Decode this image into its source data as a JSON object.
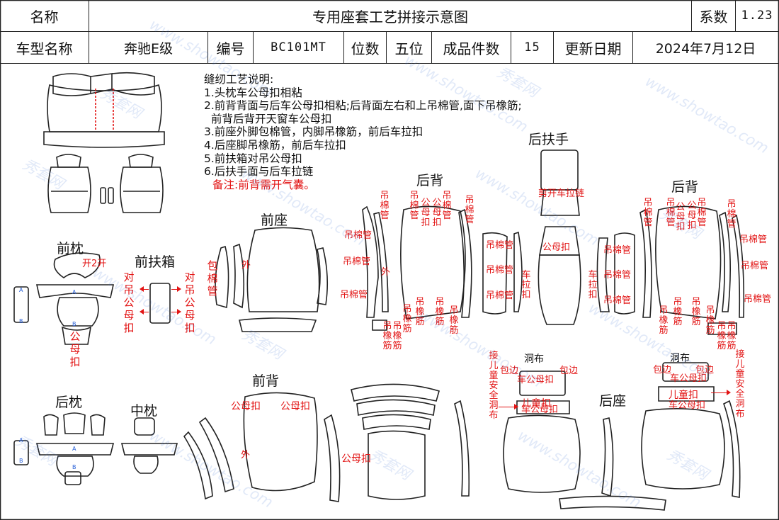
{
  "header": {
    "name_label": "名称",
    "title": "专用座套工艺拼接示意图",
    "coef_label": "系数",
    "coef_value": "1.23",
    "model_label": "车型名称",
    "model_value": "奔驰E级",
    "code_label": "编号",
    "code_value": "BC101MT",
    "seats_label": "位数",
    "seats_value": "五位",
    "pieces_label": "成品件数",
    "pieces_value": "15",
    "date_label": "更新日期",
    "date_value": "2024年7月12日"
  },
  "notes": {
    "title": "缝纫工艺说明:",
    "lines": [
      "1.头枕车公母扣相粘",
      "2.前背背面与后车公母扣相粘;后背面左右和上吊棉管,面下吊橡筋;",
      "  前背后背开天窗车公母扣",
      "3.前座外脚包棉管，内脚吊橡筋，前后车拉扣",
      "4.后座脚吊橡筋，前后车拉扣",
      "5.前扶箱对吊公母扣",
      "6.后扶手面与后车拉链"
    ],
    "remark": "备注:前背需开气囊。"
  },
  "sections": {
    "front_headrest": "前枕",
    "front_armbox": "前扶箱",
    "front_seat": "前座",
    "rear_back_1": "后背",
    "rear_armrest": "后扶手",
    "rear_back_2": "后背",
    "rear_headrest": "后枕",
    "mid_headrest": "中枕",
    "front_back": "前背",
    "rear_seat": "后座"
  },
  "annotations": {
    "hole_open": "开2开",
    "pair_hang": "对吊公母扣",
    "male_female": "公母扣",
    "wrap_tube": "包棉管",
    "outer": "外",
    "hang_tube": "吊棉管",
    "hang_rubber": "吊橡筋",
    "zipper_stitch": "剪开车拉链",
    "male_female_2": "车公母扣",
    "pull_buckle": "车拉扣",
    "hole_cloth": "洞布",
    "wrap_edge": "包边",
    "child_seat": "接儿童安全洞布",
    "child_buckle": "儿童扣"
  },
  "watermarks": [
    "秀套网",
    "www.showtao.com"
  ],
  "colors": {
    "annotation": "#e21414",
    "line": "#222222",
    "watermark": "#4678d2"
  }
}
